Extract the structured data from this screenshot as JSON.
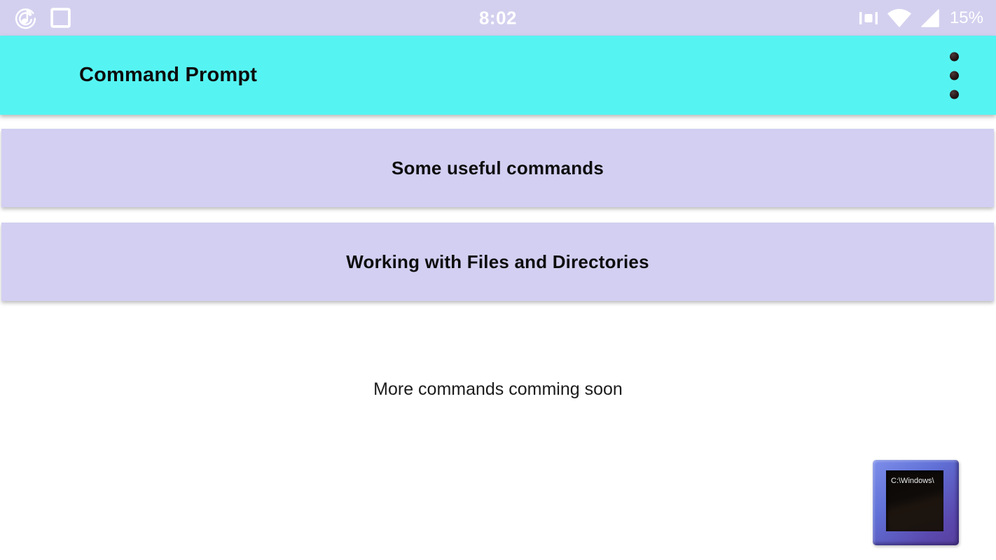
{
  "status_bar": {
    "time": "8:02",
    "battery_percent": "15%",
    "left_icons": [
      "music-note-icon",
      "screenshot-square-icon"
    ],
    "right_icons": [
      "vibrate-icon",
      "wifi-icon",
      "cell-signal-icon"
    ]
  },
  "app_bar": {
    "title": "Command Prompt"
  },
  "sections": [
    {
      "label": "Some useful commands"
    },
    {
      "label": "Working with Files and Directories"
    }
  ],
  "note": "More commands comming soon",
  "floating_icon": {
    "screen_text": "C:\\Windows\\"
  },
  "colors": {
    "status-bar-bg": "#d3d0ef",
    "app-bar-bg": "#55f4f2",
    "banner-bg": "#d2cff2",
    "page-bg": "#ffffff",
    "title-text": "#0d0d0d",
    "note-text": "#1c1c1c"
  }
}
